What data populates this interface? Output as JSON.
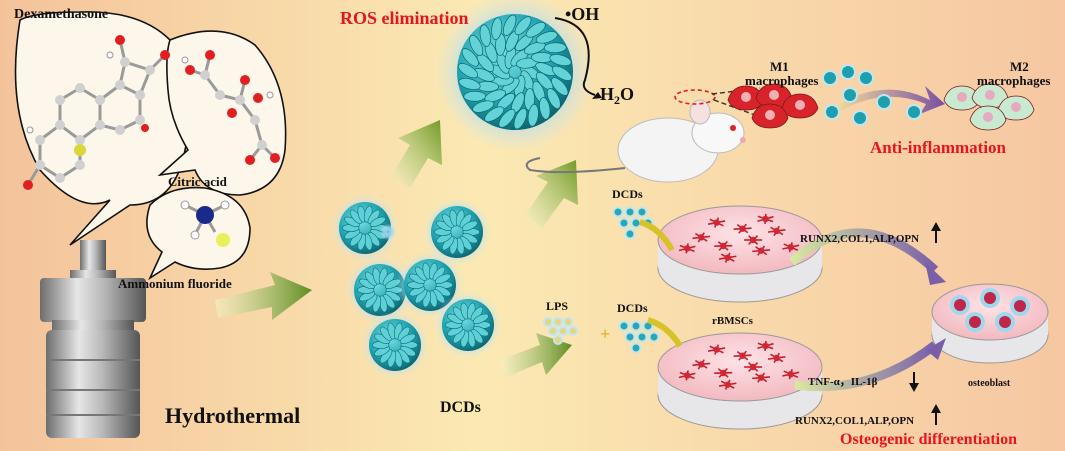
{
  "labels": {
    "dexamethasone": "Dexamethasone",
    "citric_acid": "Citric acid",
    "ammonium_fluoride": "Ammonium fluoride",
    "hydrothermal": "Hydrothermal",
    "dcds_main": "DCDs",
    "ros_elimination": "ROS elimination",
    "oh_radical": "•OH",
    "h2o_base": "H",
    "h2o_sub": "2",
    "h2o_end": "O",
    "m1_line1": "M1",
    "m1_line2": "macrophages",
    "m2_line1": "M2",
    "m2_line2": "macrophages",
    "anti_inflammation": "Anti-inflammation",
    "dcds_upper": "DCDs",
    "dcds_lower": "DCDs",
    "lps": "LPS",
    "plus": "+",
    "rbmscs": "rBMSCs",
    "markers_upper": "RUNX2,COL1,ALP,OPN",
    "markers_lower": "RUNX2,COL1,ALP,OPN",
    "cytokines": "TNF-α，IL-1β",
    "osteoblast": "osteoblast",
    "osteogenic": "Osteogenic differentiation"
  },
  "colors": {
    "bg_left": "#f4c39b",
    "bg_mid": "#fbe8b0",
    "bg_right": "#f5c6a0",
    "red_text": "#e8141c",
    "arrow_green": "#8faa2e",
    "particle_teal": "#2bb3c0",
    "macrophage_red": "#d9232a",
    "macrophage_green": "#bfe3b8"
  }
}
